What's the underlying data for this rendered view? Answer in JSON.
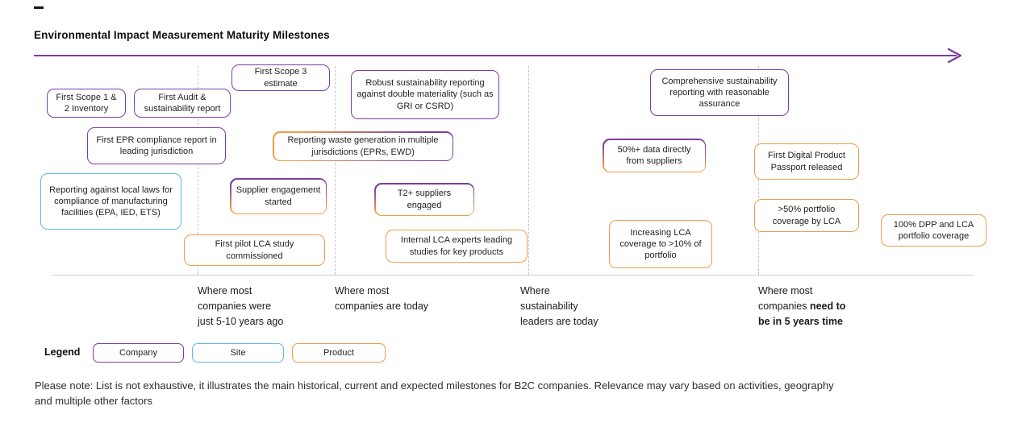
{
  "title": "Environmental Impact Measurement Maturity Milestones",
  "colors": {
    "purple": "#7b3ca4",
    "orange": "#f09c47",
    "blue": "#5fb7e5"
  },
  "milestones": [
    {
      "label": "First Scope 1 & 2 Inventory",
      "type": "company"
    },
    {
      "label": "First Audit & sustainability report",
      "type": "company"
    },
    {
      "label": "First Scope 3 estimate",
      "type": "company"
    },
    {
      "label": "Robust sustainability reporting against double materiality (such as GRI or CSRD)",
      "type": "company"
    },
    {
      "label": "Comprehensive sustainability reporting with reasonable assurance",
      "type": "company"
    },
    {
      "label": "First EPR compliance report in leading jurisdiction",
      "type": "company"
    },
    {
      "label": "Reporting waste generation in multiple jurisdictions (EPRs, EWD)",
      "type": "company-product"
    },
    {
      "label": "50%+ data directly from suppliers",
      "type": "company-product"
    },
    {
      "label": "First Digital Product Passport released",
      "type": "product"
    },
    {
      "label": "Reporting against local laws for compliance of manufacturing facilities (EPA, IED, ETS)",
      "type": "site"
    },
    {
      "label": "Supplier engagement started",
      "type": "company-product"
    },
    {
      "label": "T2+ suppliers engaged",
      "type": "company-product"
    },
    {
      "label": ">50% portfolio coverage by LCA",
      "type": "product"
    },
    {
      "label": "Increasing LCA coverage to >10% of portfolio",
      "type": "product"
    },
    {
      "label": "100% DPP and LCA portfolio coverage",
      "type": "product"
    },
    {
      "label": "First pilot LCA study commissioned",
      "type": "product"
    },
    {
      "label": "Internal LCA experts leading studies for key products",
      "type": "product"
    }
  ],
  "timeline_labels": [
    {
      "lines": [
        "Where most",
        "companies were",
        "just 5-10 years ago"
      ]
    },
    {
      "lines": [
        "Where most",
        "companies are today"
      ]
    },
    {
      "lines": [
        "Where",
        "sustainability",
        "leaders are today"
      ]
    },
    {
      "line1": "Where most",
      "line2_normal": "companies",
      "line2_bold": "need to",
      "line3_bold": "be in 5 years time"
    }
  ],
  "legend": {
    "title": "Legend",
    "items": [
      {
        "label": "Company",
        "type": "company"
      },
      {
        "label": "Site",
        "type": "site"
      },
      {
        "label": "Product",
        "type": "product"
      }
    ]
  },
  "note": "Please note: List is not exhaustive, it illustrates the main historical, current and expected milestones for B2C companies. Relevance may vary based on activities, geography and multiple other factors"
}
